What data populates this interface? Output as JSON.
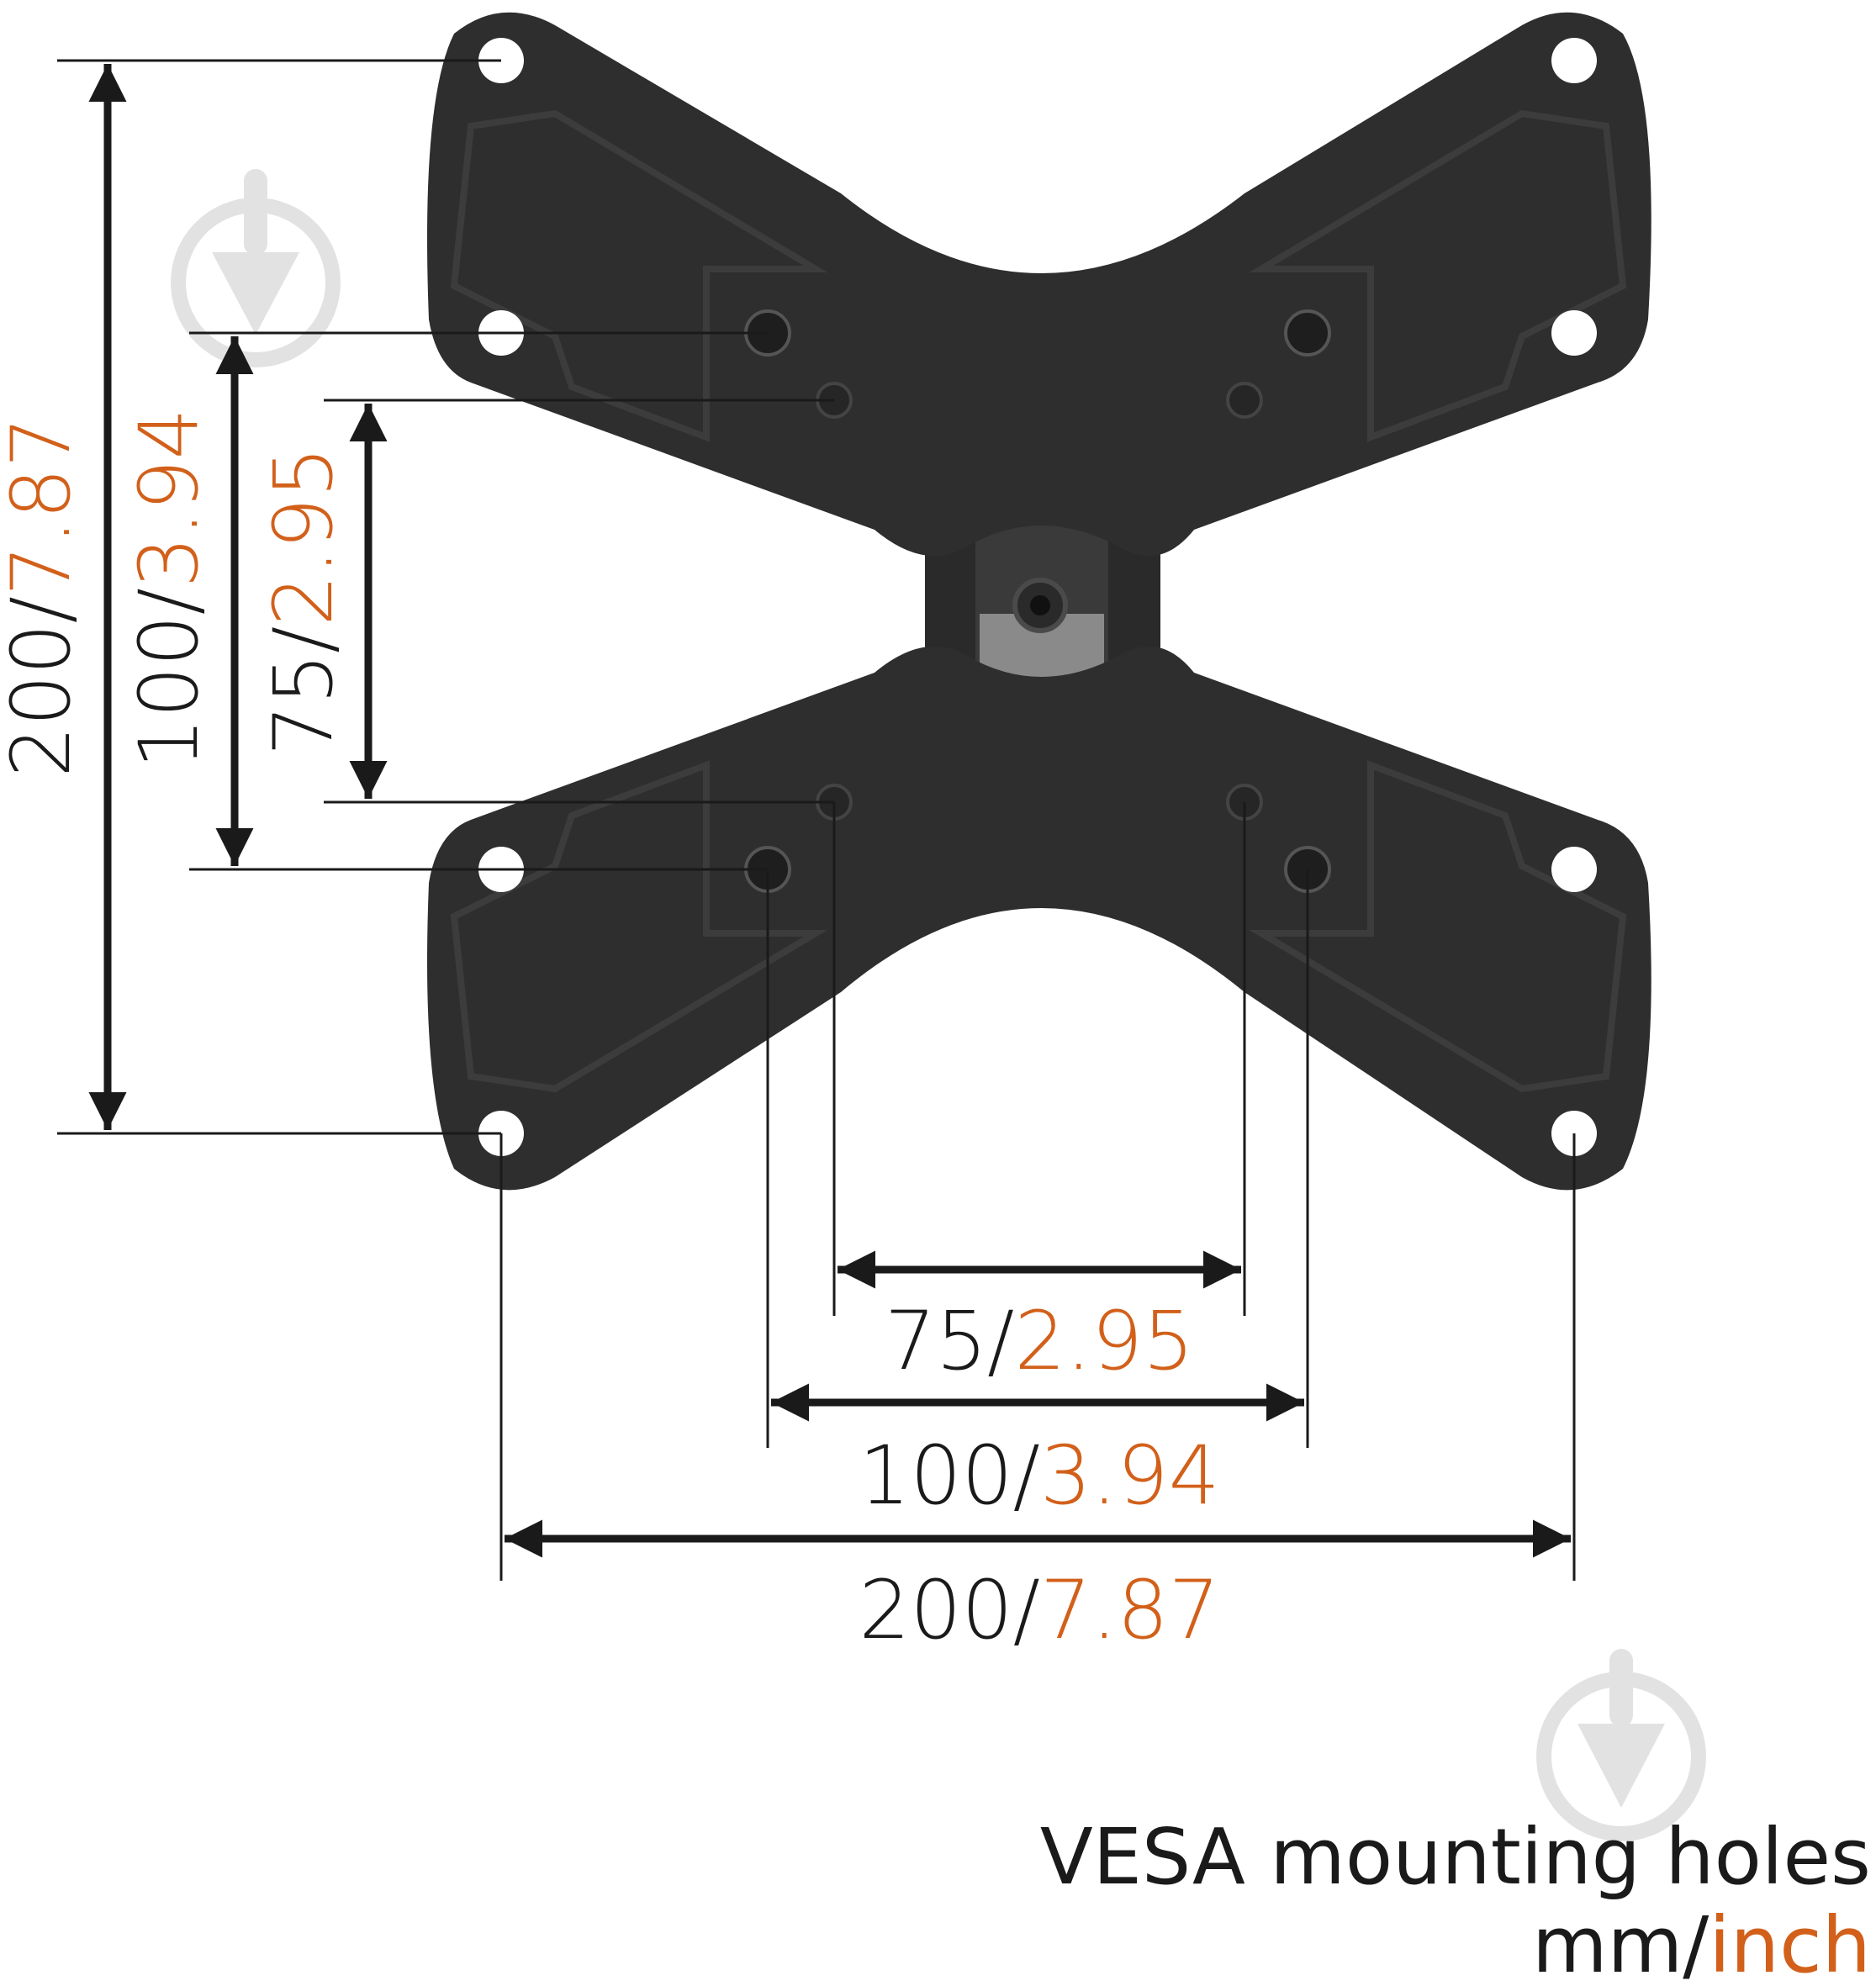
{
  "title": "VESA mounting holes",
  "units": {
    "primary": "mm",
    "separator": "/",
    "secondary": "inch"
  },
  "colors": {
    "text": "#1a1a1a",
    "accent": "#d2601a",
    "plate": "#2e2e2e",
    "watermark": "#e2e2e2"
  },
  "dimensions": {
    "vertical": [
      {
        "mm": "200",
        "inch": "7.87"
      },
      {
        "mm": "100",
        "inch": "3.94"
      },
      {
        "mm": "75",
        "inch": "2.95"
      }
    ],
    "horizontal": [
      {
        "mm": "75",
        "inch": "2.95"
      },
      {
        "mm": "100",
        "inch": "3.94"
      },
      {
        "mm": "200",
        "inch": "7.87"
      }
    ]
  },
  "icons": {
    "watermark": "download-trowel-icon"
  }
}
